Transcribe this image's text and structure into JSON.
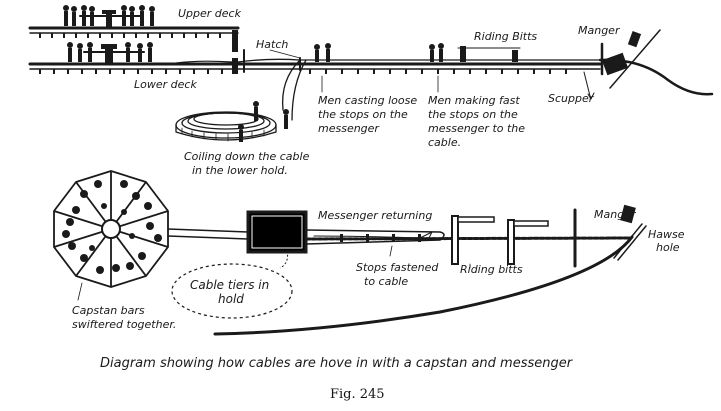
{
  "diagram": {
    "upper_view": {
      "upper_deck_label": "Upper deck",
      "lower_deck_label": "Lower deck",
      "hatch_label": "Hatch",
      "riding_bitts_label": "Riding Bitts",
      "manger_label": "Manger",
      "scupper_label": "Scupper",
      "men_coiling_label": [
        "Men casting loose",
        "the stops on the",
        "messenger"
      ],
      "men_making_fast_label": [
        "Men making fast",
        "the stops on the",
        "messenger to the",
        "cable."
      ],
      "coiling_down_label": [
        "Coiling down the cable",
        "in the lower hold."
      ]
    },
    "lower_view": {
      "messenger_returning_label": "Messenger returning",
      "manger_label": "Manger",
      "hawse_hole_label": [
        "Hawse",
        "hole"
      ],
      "stops_fastened_label": [
        "Stops fastened",
        "to cable"
      ],
      "riding_bitts_label": "Riding bitts",
      "cable_tiers_label": [
        "Cable tiers in",
        "hold"
      ],
      "capstan_bars_label": [
        "Capstan bars",
        "swiftered together."
      ]
    },
    "caption": "Diagram showing how cables are hove in with a capstan and messenger",
    "figure_number": "Fig. 245"
  }
}
